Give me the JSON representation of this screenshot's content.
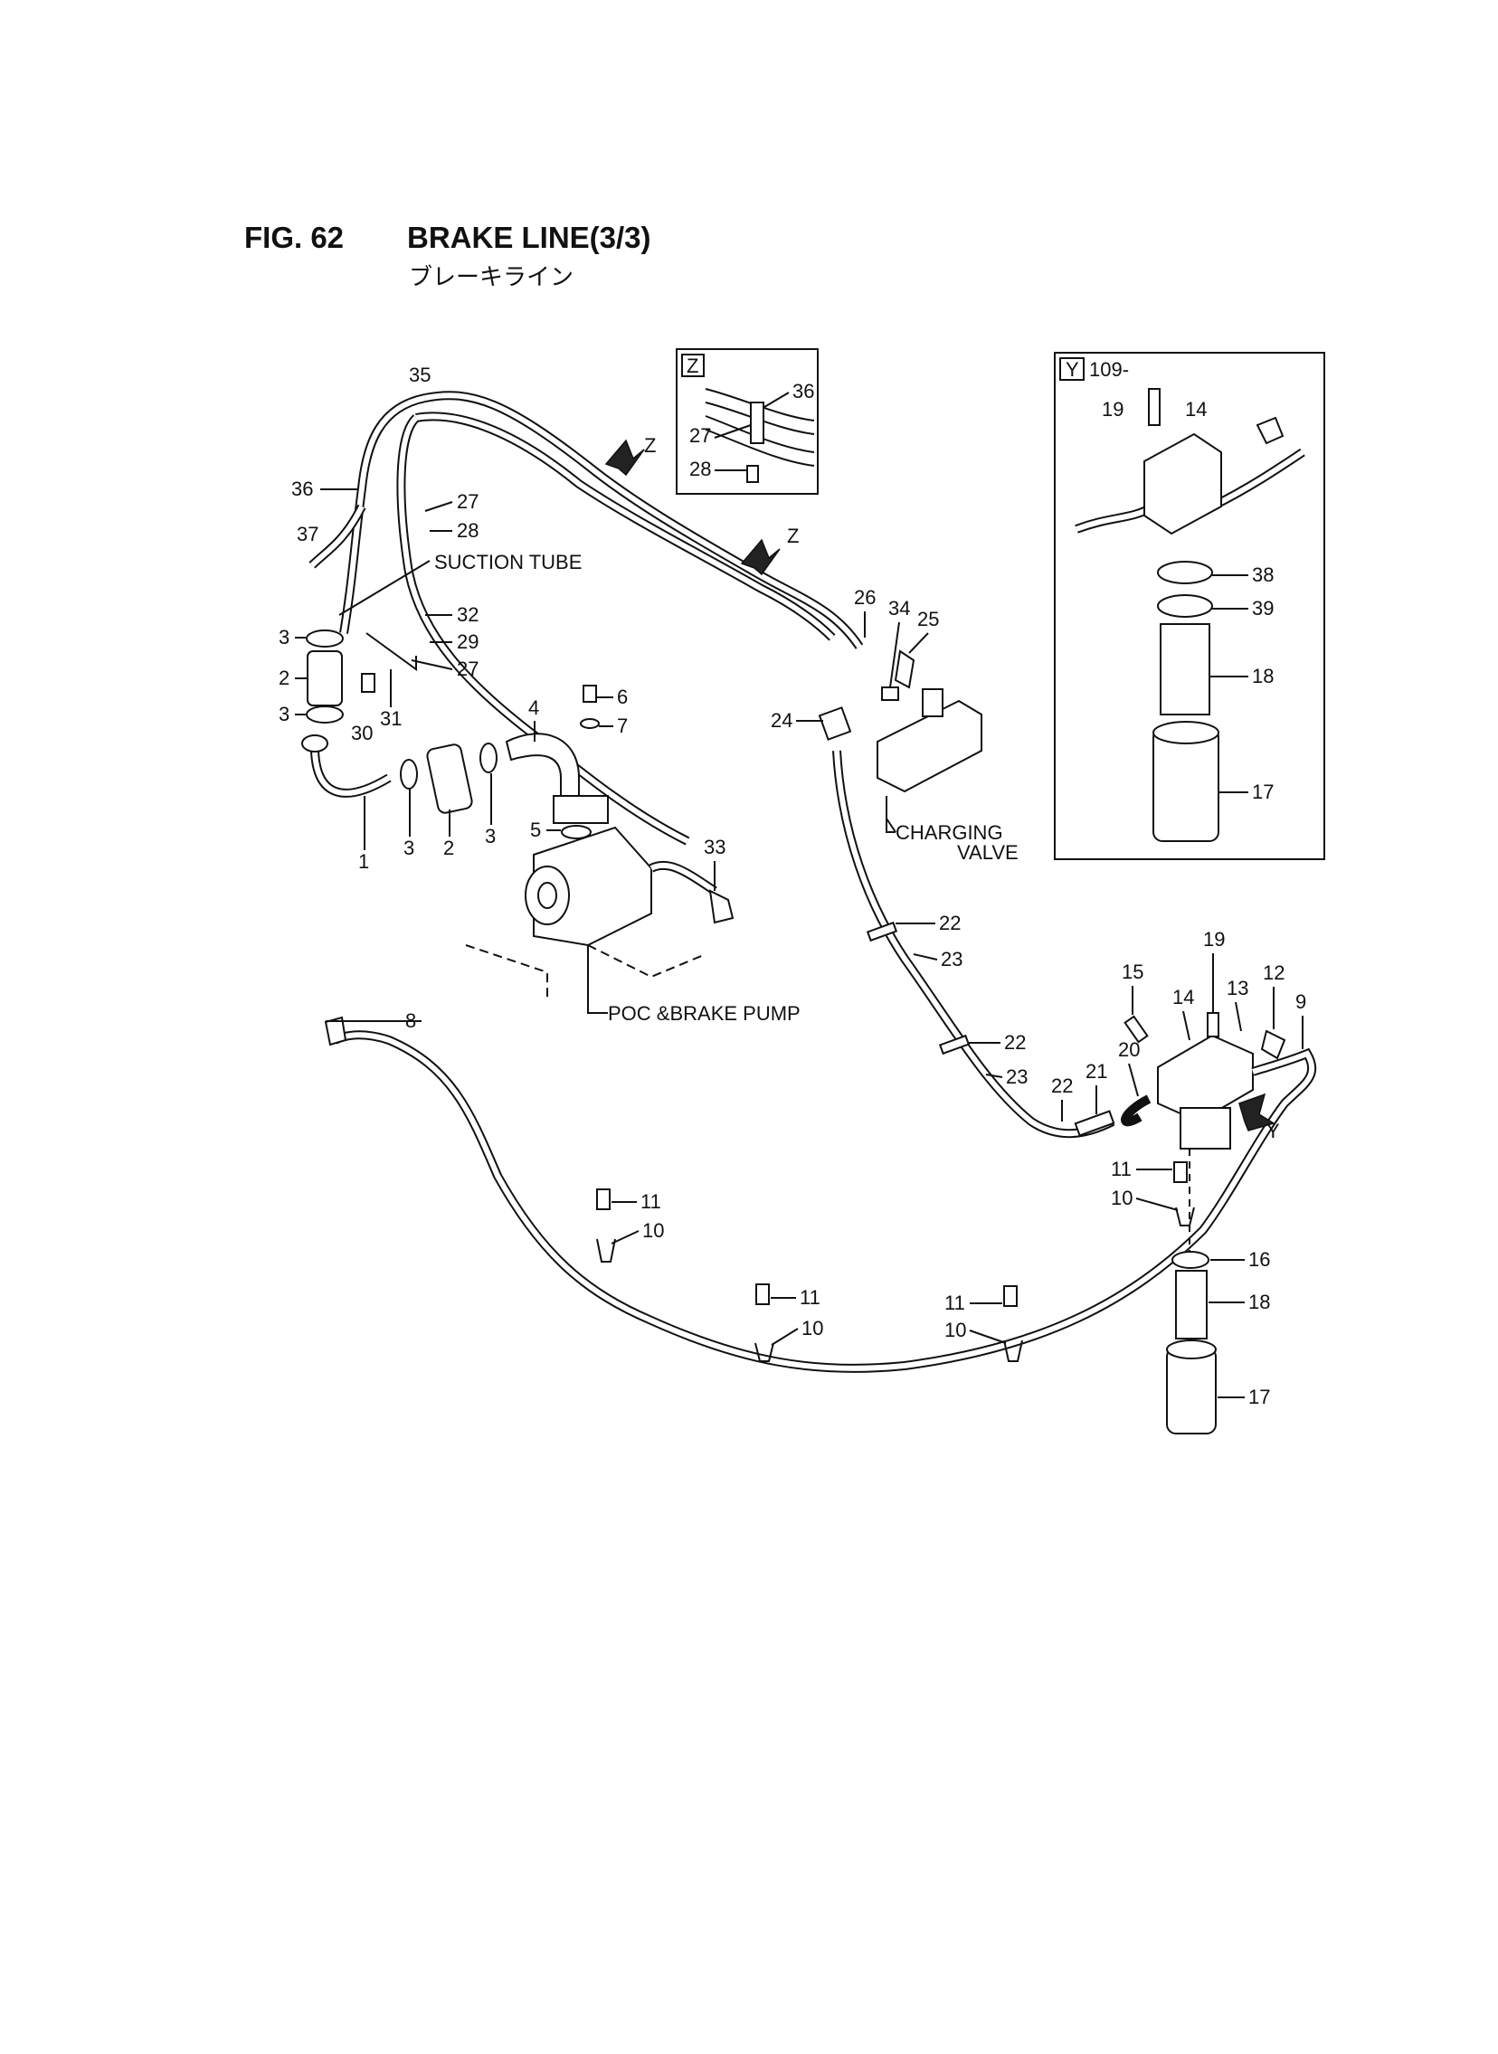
{
  "header": {
    "fig_no": "FIG. 62",
    "title": "BRAKE LINE(3/3)",
    "subtitle_jp": "ブレーキライン"
  },
  "labels": {
    "suction_tube": "SUCTION TUBE",
    "charging_valve_1": "CHARGING",
    "charging_valve_2": "VALVE",
    "pump": "POC &BRAKE PUMP",
    "view_z": "Z",
    "view_y": "Y",
    "view_y_serial": "109-"
  },
  "callouts": {
    "c35": "35",
    "c36": "36",
    "c37": "37",
    "c27a": "27",
    "c28a": "28",
    "c32": "32",
    "c29": "29",
    "c27b": "27",
    "c3a": "3",
    "c2a": "2",
    "c3b": "3",
    "c30": "30",
    "c31": "31",
    "c1": "1",
    "c3c": "3",
    "c2b": "2",
    "c3d": "3",
    "c4": "4",
    "c6": "6",
    "c7": "7",
    "c5": "5",
    "c33": "33",
    "c8": "8",
    "c26": "26",
    "c34": "34",
    "c25": "25",
    "c24": "24",
    "c22a": "22",
    "c23a": "23",
    "c22b": "22",
    "c23b": "23",
    "c22c": "22",
    "c21": "21",
    "c20": "20",
    "c15": "15",
    "c14": "14",
    "c19": "19",
    "c13": "13",
    "c12": "12",
    "c9": "9",
    "c11a": "11",
    "c10a": "10",
    "c11b": "11",
    "c10b": "10",
    "c11c": "11",
    "c10c": "10",
    "c11d": "11",
    "c10d": "10",
    "c16": "16",
    "c18": "18",
    "c17": "17",
    "z36": "36",
    "z27": "27",
    "z28": "28",
    "y19": "19",
    "y14": "14",
    "y38": "38",
    "y39": "39",
    "y18": "18",
    "y17": "17"
  }
}
